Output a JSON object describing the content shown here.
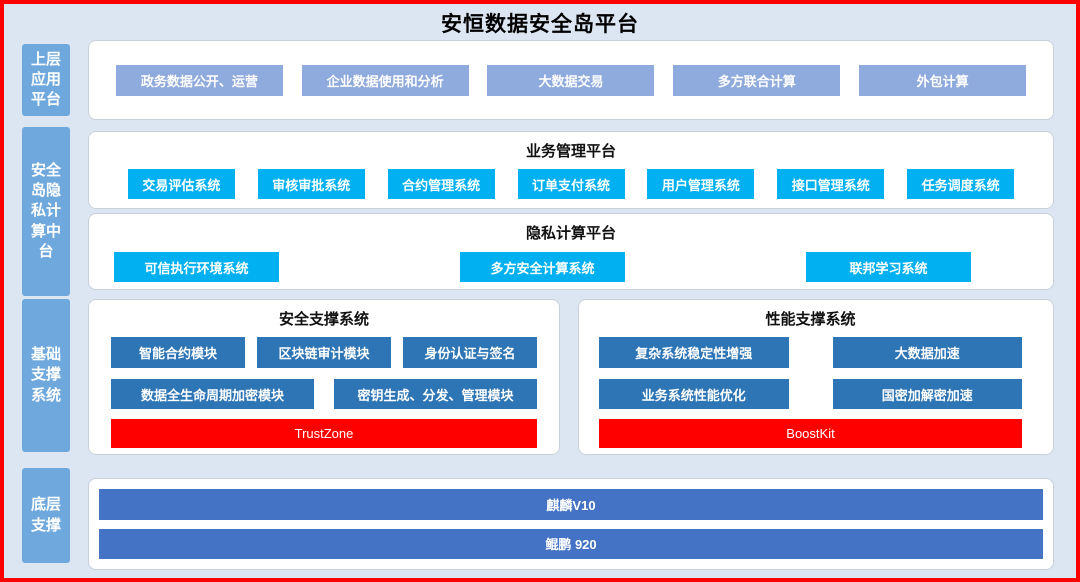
{
  "title": "安恒数据安全岛平台",
  "side_labels": [
    {
      "text": "上层应用平台"
    },
    {
      "text": "安全岛隐私计算中台"
    },
    {
      "text": "基础支撑系统"
    },
    {
      "text": "底层支撑"
    }
  ],
  "upper_apps": [
    "政务数据公开、运营",
    "企业数据使用和分析",
    "大数据交易",
    "多方联合计算",
    "外包计算"
  ],
  "business_platform": {
    "title": "业务管理平台",
    "systems": [
      "交易评估系统",
      "审核审批系统",
      "合约管理系统",
      "订单支付系统",
      "用户管理系统",
      "接口管理系统",
      "任务调度系统"
    ]
  },
  "privacy_platform": {
    "title": "隐私计算平台",
    "systems": [
      "可信执行环境系统",
      "多方安全计算系统",
      "联邦学习系统"
    ]
  },
  "security_support": {
    "title": "安全支撑系统",
    "row1": [
      "智能合约模块",
      "区块链审计模块",
      "身份认证与签名"
    ],
    "row2": [
      "数据全生命周期加密模块",
      "密钥生成、分发、管理模块"
    ],
    "highlight": "TrustZone"
  },
  "performance_support": {
    "title": "性能支撑系统",
    "row1": [
      "复杂系统稳定性增强",
      "大数据加速"
    ],
    "row2": [
      "业务系统性能优化",
      "国密加解密加速"
    ],
    "highlight": "BoostKit"
  },
  "bottom_layer": {
    "bars": [
      "麒麟V10",
      "鲲鹏 920"
    ]
  },
  "colors": {
    "frame_border": "#ff0000",
    "page_background": "#dce6f2",
    "side_label": "#6fa8dc",
    "upper_app_box": "#8faadc",
    "system_box": "#00b0f0",
    "module_box": "#2e75b6",
    "highlight_bar": "#ff0000",
    "bottom_bar": "#4472c4"
  }
}
